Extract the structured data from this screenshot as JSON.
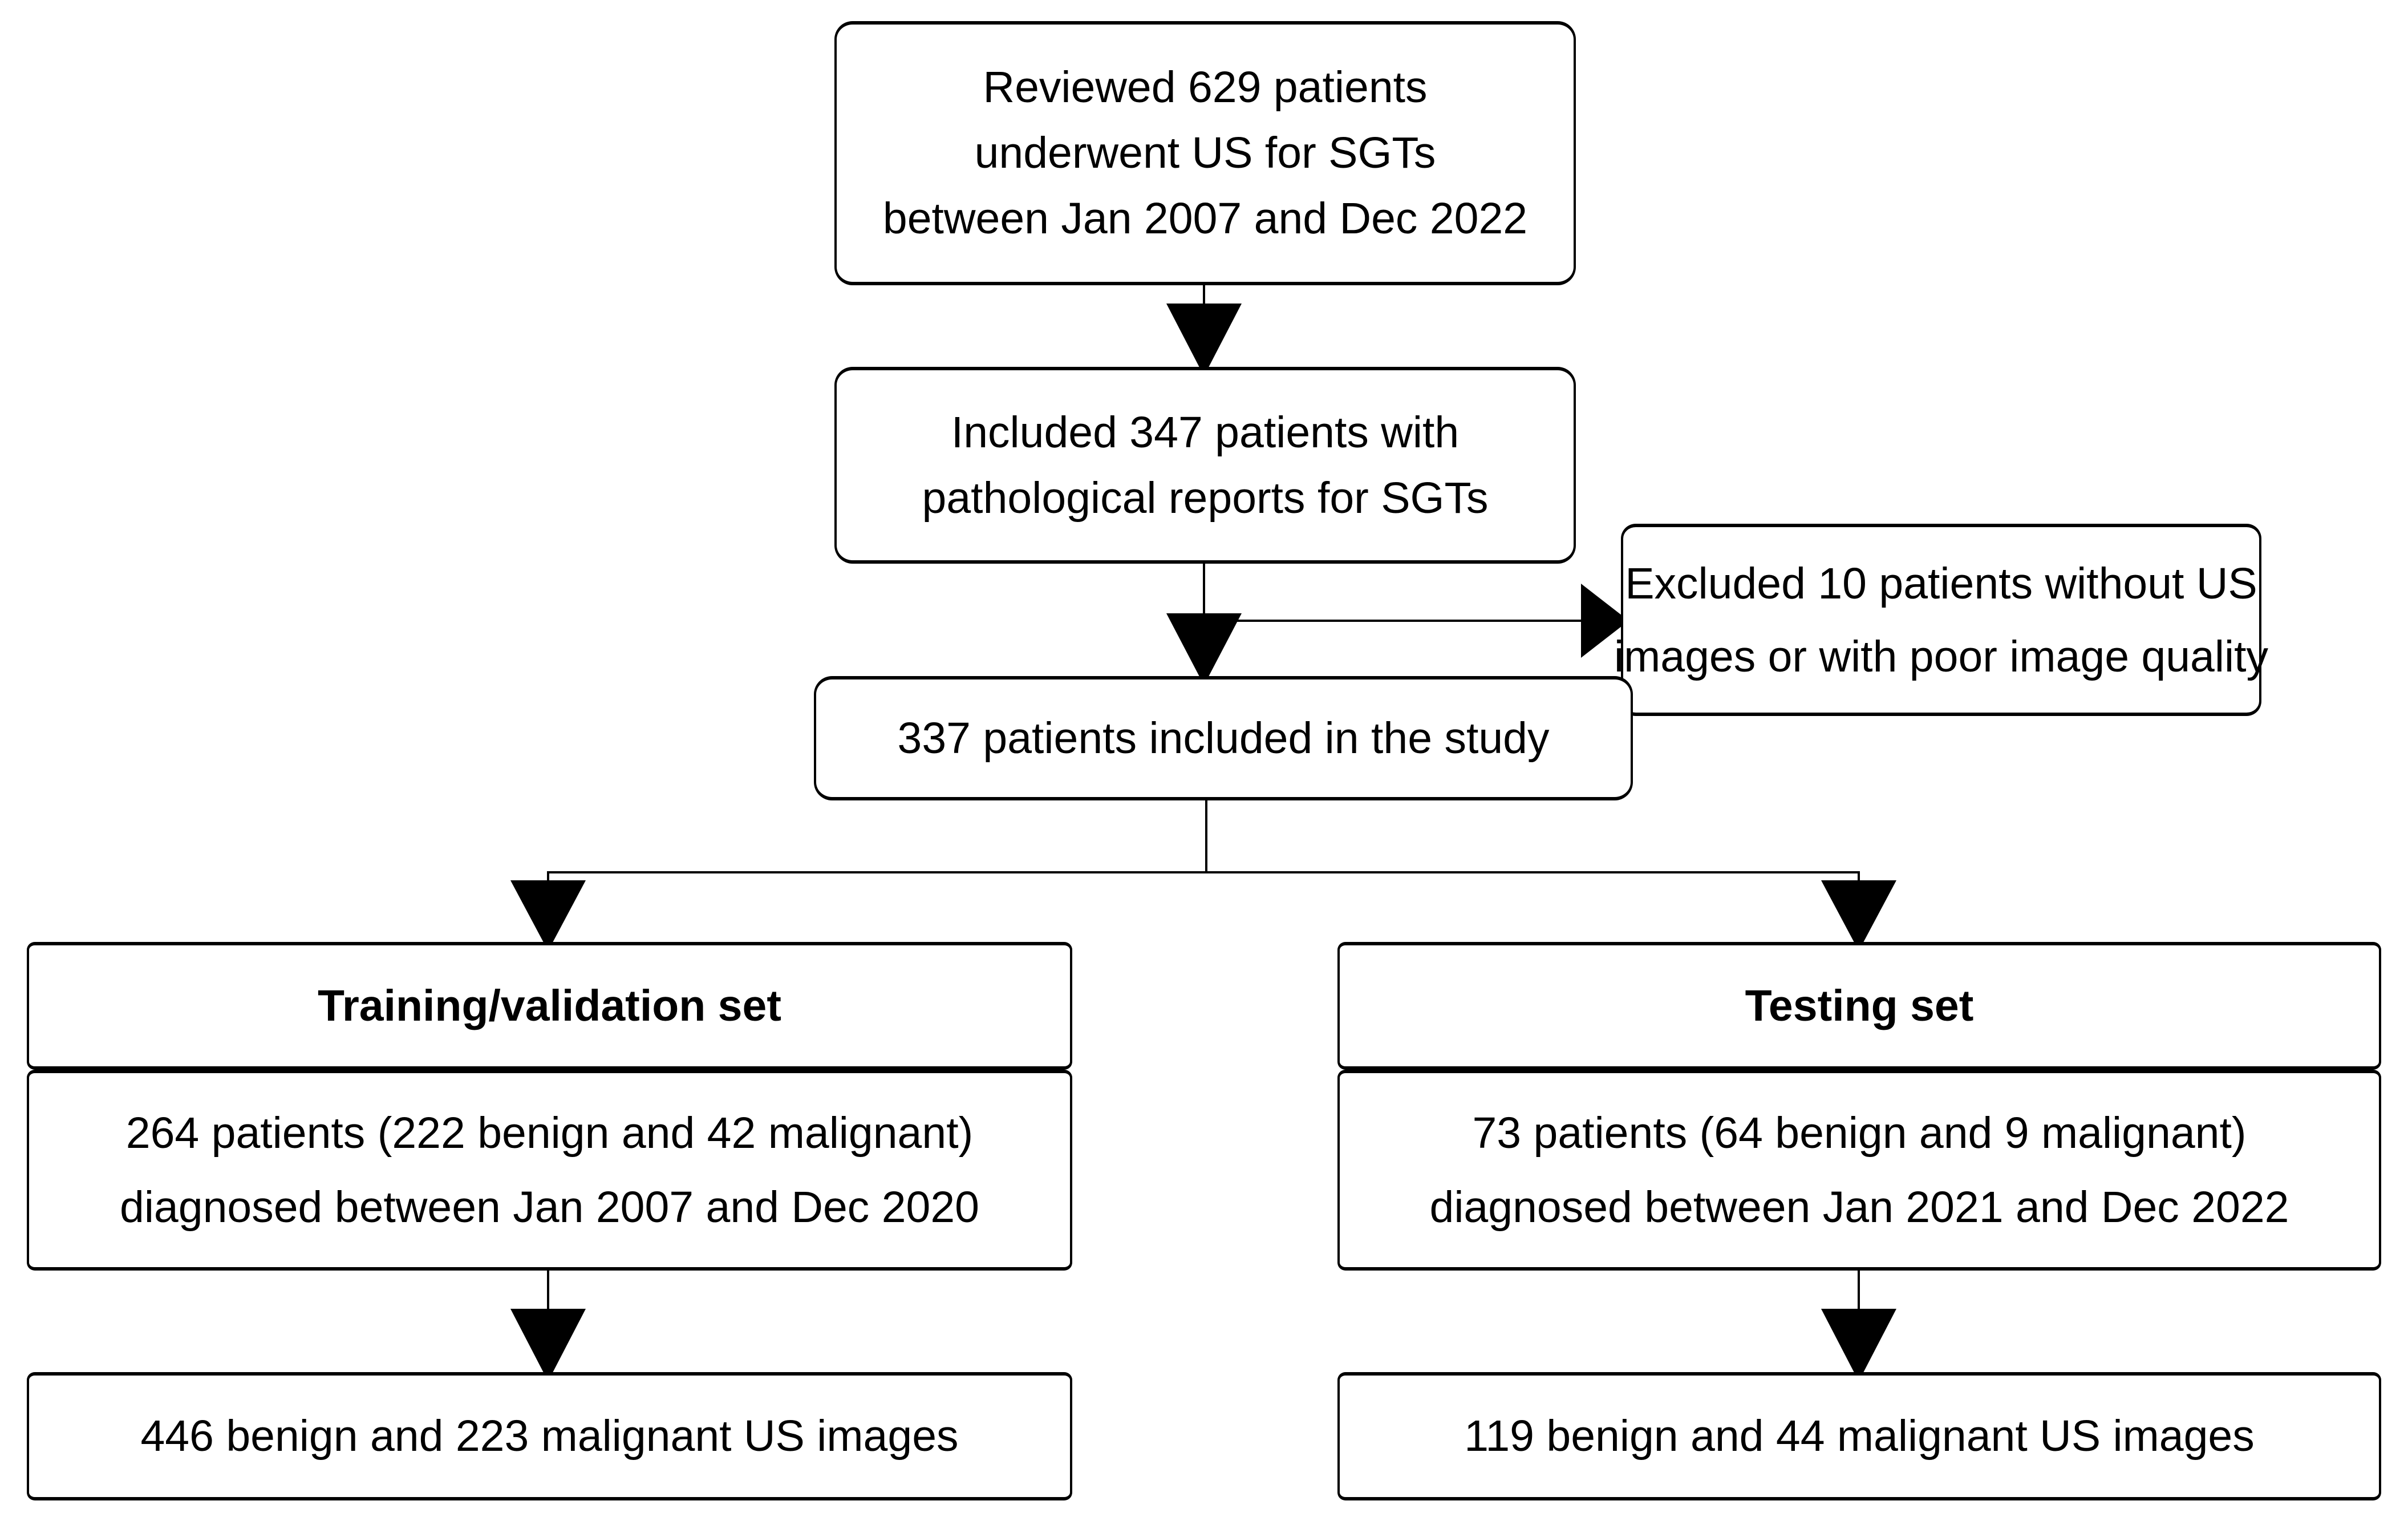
{
  "colors": {
    "background": "#ffffff",
    "line": "#000000",
    "text": "#000000"
  },
  "flowchart": {
    "nodes": {
      "reviewed": {
        "lines": [
          "Reviewed 629 patients",
          "underwent US for SGTs",
          "between Jan 2007 and Dec 2022"
        ]
      },
      "included": {
        "lines": [
          "Included 347 patients with",
          "pathological reports for SGTs"
        ]
      },
      "excluded": {
        "lines": [
          "Excluded 10 patients without US",
          "images or with poor image quality"
        ]
      },
      "study": {
        "lines": [
          "337 patients included in the study"
        ]
      },
      "train_header": {
        "lines": [
          "Training/validation set"
        ]
      },
      "test_header": {
        "lines": [
          "Testing set"
        ]
      },
      "train_detail": {
        "lines": [
          "264 patients (222 benign and 42 malignant)",
          "diagnosed between Jan 2007 and Dec 2020"
        ]
      },
      "test_detail": {
        "lines": [
          "73 patients (64 benign and 9 malignant)",
          "diagnosed between Jan 2021 and Dec 2022"
        ]
      },
      "train_images": {
        "lines": [
          "446 benign and 223 malignant US images"
        ]
      },
      "test_images": {
        "lines": [
          "119 benign and 44 malignant US images"
        ]
      }
    }
  }
}
